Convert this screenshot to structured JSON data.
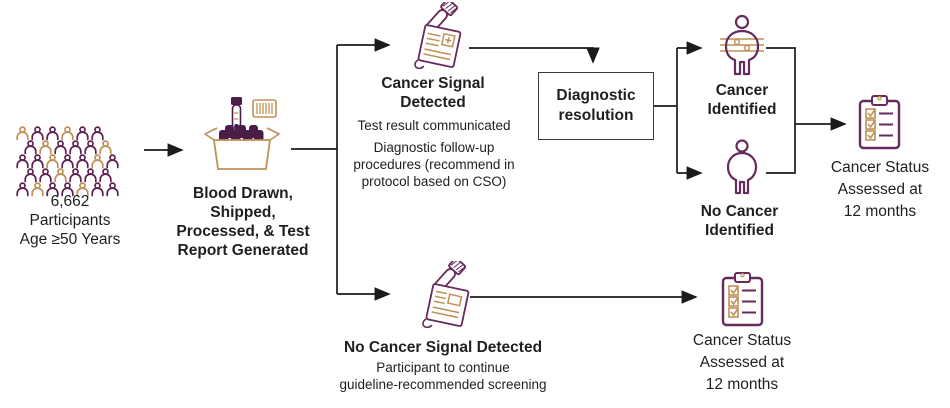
{
  "palette": {
    "purple": "#662a5c",
    "purple_dark": "#4b1d49",
    "tan": "#bf9055",
    "text": "#1f1f1f",
    "line": "#1b1b1b",
    "box_border": "#3a3a3a"
  },
  "participants": {
    "line1": "6,662",
    "line2": "Participants",
    "line3": "Age ≥50 Years",
    "crowd_rows": [
      "TPPTPP",
      "PTPPPT",
      "PPTPPTP",
      "PPTPPP",
      "PTPPTPP"
    ]
  },
  "blood": {
    "line1": "Blood Drawn,",
    "line2": "Shipped,",
    "line3": "Processed, & Test",
    "line4": "Report Generated"
  },
  "signal_detected": {
    "title1": "Cancer Signal",
    "title2": "Detected",
    "sub1": "Test result communicated",
    "sub2a": "Diagnostic follow-up",
    "sub2b": "procedures (recommend in",
    "sub2c": "protocol based on CSO)"
  },
  "diagnostic_box": {
    "line1": "Diagnostic",
    "line2": "resolution"
  },
  "cancer_identified": {
    "line1": "Cancer",
    "line2": "Identified"
  },
  "no_cancer_identified": {
    "line1": "No Cancer",
    "line2": "Identified"
  },
  "status_top": {
    "line1": "Cancer Status",
    "line2": "Assessed at",
    "line3": "12 months"
  },
  "no_signal": {
    "title": "No Cancer Signal Detected",
    "sub1": "Participant to continue",
    "sub2": "guideline-recommended screening"
  },
  "status_bottom": {
    "line1": "Cancer Status",
    "line2": "Assessed at",
    "line3": "12 months"
  }
}
